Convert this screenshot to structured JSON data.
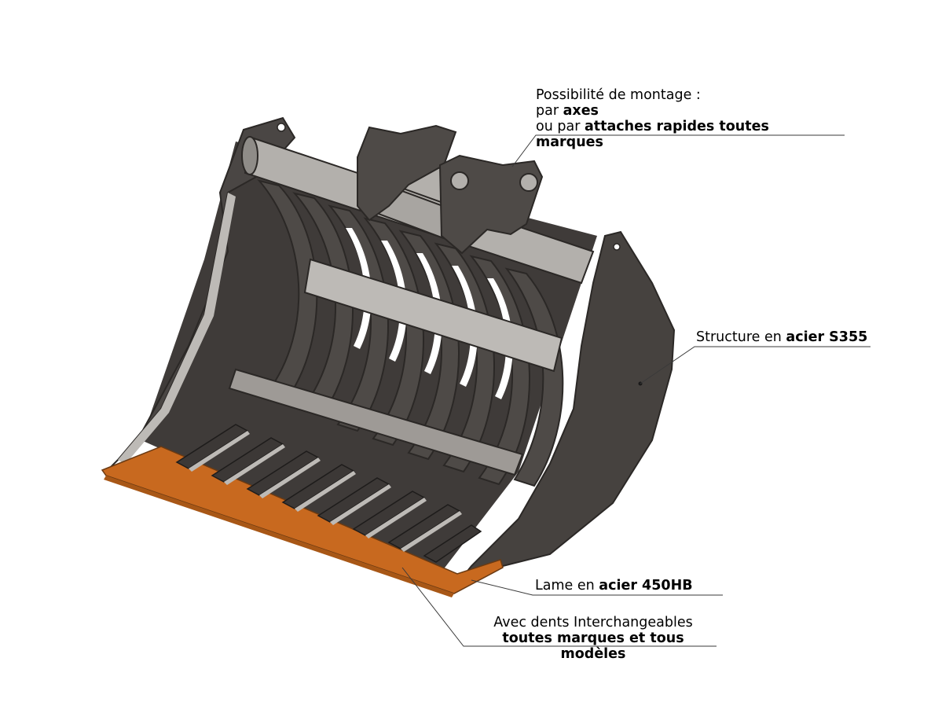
{
  "callouts": {
    "mount": {
      "line1": "Possibilité de montage :",
      "line2_prefix": "par ",
      "line2_bold": "axes",
      "line3_prefix": "ou par ",
      "line3_bold": "attaches rapides toutes",
      "line4_bold": "marques"
    },
    "structure": {
      "prefix": "Structure en ",
      "bold": "acier S355"
    },
    "blade": {
      "prefix": "Lame en ",
      "bold": "acier 450HB"
    },
    "teeth": {
      "line1": "Avec dents Interchangeables",
      "line2_bold": "toutes marques et tous",
      "line3_bold": "modèles"
    }
  },
  "colors": {
    "steel_dark": "#4a4644",
    "steel_edge": "#2b2826",
    "steel_light": "#bdbab6",
    "pin": "#b3b0ac",
    "blade": "#c8691f",
    "leader_line": "#3a3a3a"
  }
}
